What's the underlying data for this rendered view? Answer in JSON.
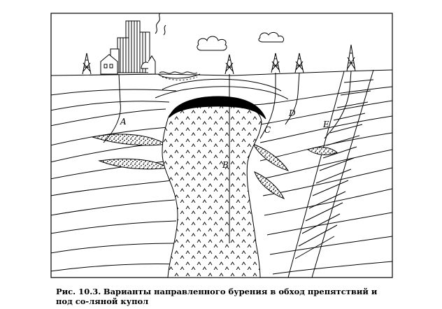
{
  "figure": {
    "wells": [
      {
        "id": "A",
        "label": "A"
      },
      {
        "id": "B",
        "label": "B"
      },
      {
        "id": "C",
        "label": "C"
      },
      {
        "id": "D",
        "label": "D"
      },
      {
        "id": "E",
        "label": "E"
      }
    ]
  },
  "caption": {
    "number": "Рис. 10.3.",
    "text": "Варианты направленного бурения в обход препятствий и под со-ляной купол"
  }
}
